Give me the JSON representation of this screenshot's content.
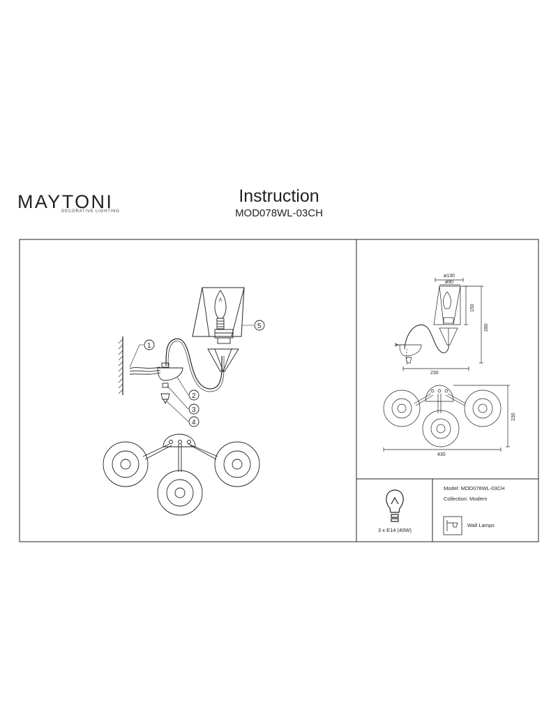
{
  "header": {
    "brand": "MAYTONI",
    "brand_tagline": "DECORATIVE LIGHTING",
    "title": "Instruction",
    "model": "MOD078WL-03CH"
  },
  "callouts": [
    "1",
    "2",
    "3",
    "4",
    "5"
  ],
  "dimensions": {
    "shade_top": "ø130",
    "shade_bottom": "ø90",
    "shade_height": "150",
    "total_height": "280",
    "depth": "230",
    "width": "430",
    "top_view_depth": "230"
  },
  "info": {
    "bulb": "3 x E14 (40W)",
    "model_line": "Model: MOD078WL-03CH",
    "collection_line": "Collection: Modern",
    "type_line": "Wall Lamps"
  },
  "colors": {
    "ink": "#231f20"
  }
}
